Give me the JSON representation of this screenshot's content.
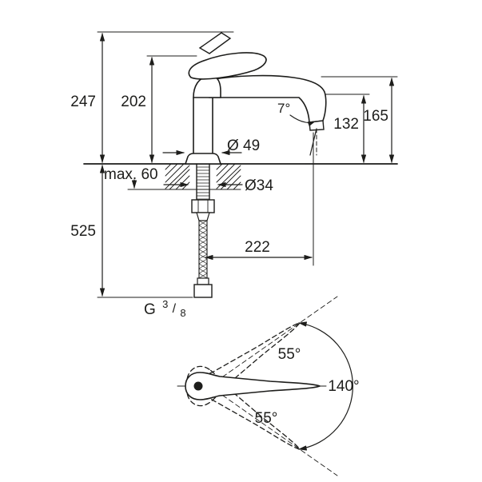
{
  "labels": {
    "total_height": "247",
    "spout_height": "202",
    "under_counter_length": "525",
    "max_counter_thickness": "max. 60",
    "base_diameter": "Ø 49",
    "hole_diameter": "Ø34",
    "spray_angle": "7°",
    "outlet_clearance": "132",
    "spout_top_height": "165",
    "spout_reach": "222",
    "thread_prefix": "G",
    "thread_numerator": "3",
    "thread_slash": "/",
    "thread_denominator": "8",
    "swivel_upper": "55°",
    "swivel_lower": "55°",
    "swivel_total": "140°"
  },
  "colors": {
    "line": "#1d1d1b",
    "background": "#ffffff"
  }
}
